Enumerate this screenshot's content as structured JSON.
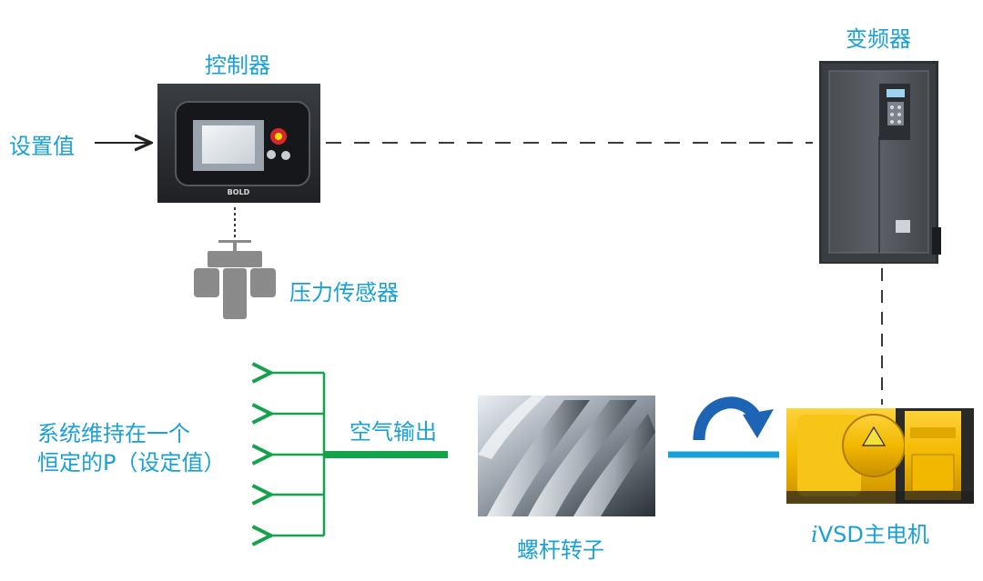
{
  "labels": {
    "controller": "控制器",
    "inverter": "变频器",
    "setpoint": "设置值",
    "pressure_sensor": "压力传感器",
    "air_output": "空气输出",
    "system_line1": "系统维持在一个",
    "system_line2": "恒定的P（设定值）",
    "screw_rotor": "螺杆转子",
    "motor_prefix": "i",
    "motor_name": "VSD主电机"
  },
  "controller_panel": {
    "brand": "BOLD"
  },
  "colors": {
    "label_blue": "#1aa0d8",
    "output_green": "#14a24b",
    "link_blue": "#1aa0d8",
    "rotation_arrow": "#1e64b4",
    "motor_yellow": "#f2b800",
    "sensor_gray": "#8a8a8a"
  },
  "icons": [
    "pressure-sensor-icon",
    "rotation-arrow-icon"
  ]
}
